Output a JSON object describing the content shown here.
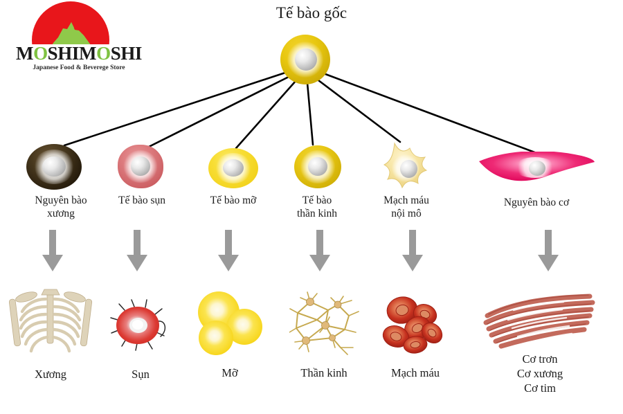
{
  "logo": {
    "word_part1": "M",
    "word_o1": "O",
    "word_part2": "SHIM",
    "word_o2": "O",
    "word_part3": "SHI",
    "wordmark": "MOSHIMOSHI",
    "tagline": "Japanese Food & Beverege Store",
    "sun_color": "#e8161b",
    "mountain_color": "#8fc94a"
  },
  "diagram": {
    "title": "Tế bào gốc",
    "stem_cell_name": "stem-cell",
    "stem_cell_color": "#e8c70f",
    "nucleus_color": "#c9c9c9",
    "connector_color": "#000000",
    "arrow_color": "#9a9a9a"
  },
  "lineage": [
    {
      "id": "osteoblast",
      "cell_label": "Nguyên bào\nxương",
      "cell_label_line1": "Nguyên bào",
      "cell_label_line2": "xương",
      "cell_color": "#2a1f0c",
      "tissue_label": "Xương",
      "tissue_icon": "skeleton-ribcage"
    },
    {
      "id": "chondrocyte",
      "cell_label": "Tế bào sụn",
      "cell_label_line1": "Tế bào sụn",
      "cell_label_line2": "",
      "cell_color": "#d76e72",
      "tissue_label": "Sụn",
      "tissue_icon": "cartilage-cell"
    },
    {
      "id": "adipocyte",
      "cell_label": "Tế bào mỡ",
      "cell_label_line1": "Tế bào mỡ",
      "cell_label_line2": "",
      "cell_color": "#f8de35",
      "tissue_label": "Mỡ",
      "tissue_icon": "fat-globules"
    },
    {
      "id": "neuron",
      "cell_label": "Tế bào\nthần kinh",
      "cell_label_line1": "Tế bào",
      "cell_label_line2": "thần kinh",
      "cell_color": "#e2c20f",
      "tissue_label": "Thần kinh",
      "tissue_icon": "neural-network"
    },
    {
      "id": "endothelial",
      "cell_label": "Mạch máu\nnội mô",
      "cell_label_line1": "Mạch máu",
      "cell_label_line2": "nội mô",
      "cell_color": "#f6e3a2",
      "tissue_label": "Mạch máu",
      "tissue_icon": "red-blood-cells"
    },
    {
      "id": "myoblast",
      "cell_label": "Nguyên bào cơ",
      "cell_label_line1": "Nguyên bào cơ",
      "cell_label_line2": "",
      "cell_color": "#ec1563",
      "tissue_label_line1": "Cơ trơn",
      "tissue_label_line2": "Cơ xương",
      "tissue_label_line3": "Cơ tim",
      "tissue_icon": "muscle-fibers"
    }
  ]
}
